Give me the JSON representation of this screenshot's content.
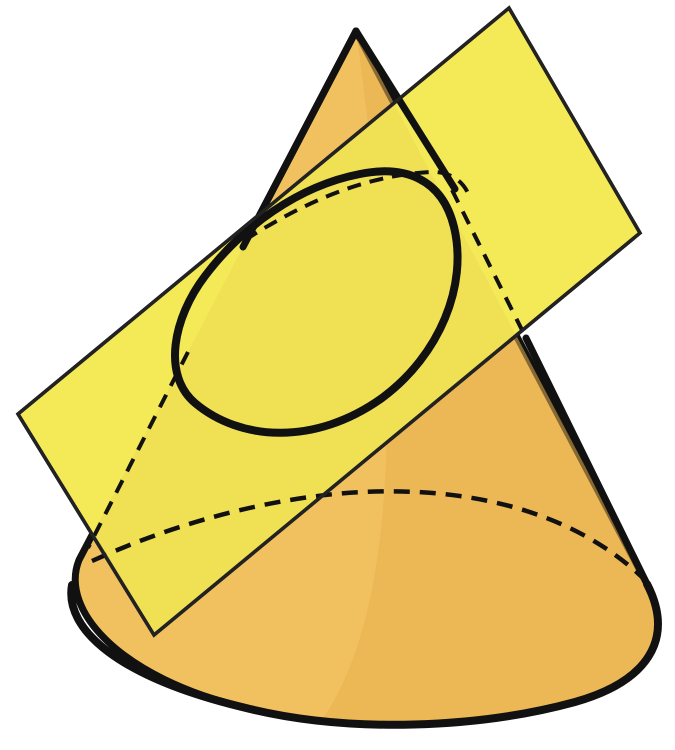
{
  "figure": {
    "description_visible_text": "",
    "colors": {
      "background": "#ffffff",
      "cone_fill": "#f3c465",
      "cone_shadow": "#e9b04d",
      "plane_fill": "#f4ea58",
      "plane_overlap": "#eadf52",
      "outline": "#111111",
      "dashed": "#111111"
    },
    "elements": [
      "cone",
      "cutting-plane",
      "ellipse-section",
      "hidden-base-arc",
      "hidden-ellipse-arc"
    ]
  }
}
